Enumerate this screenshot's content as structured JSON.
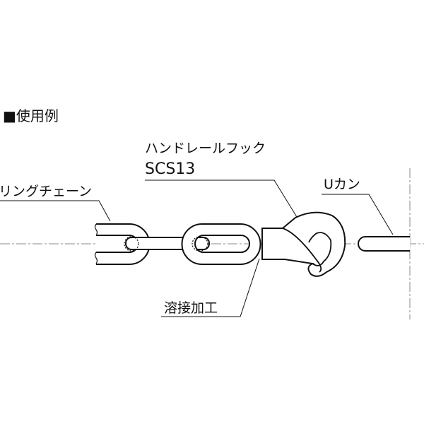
{
  "title": "■使用例",
  "labels": {
    "hook_name": "ハンドレールフック",
    "hook_material": "SCS13",
    "chain": "リングチェーン",
    "u_kan": "Uカン",
    "welding": "溶接加工"
  },
  "colors": {
    "line": "#111111",
    "centerline": "#888888"
  }
}
